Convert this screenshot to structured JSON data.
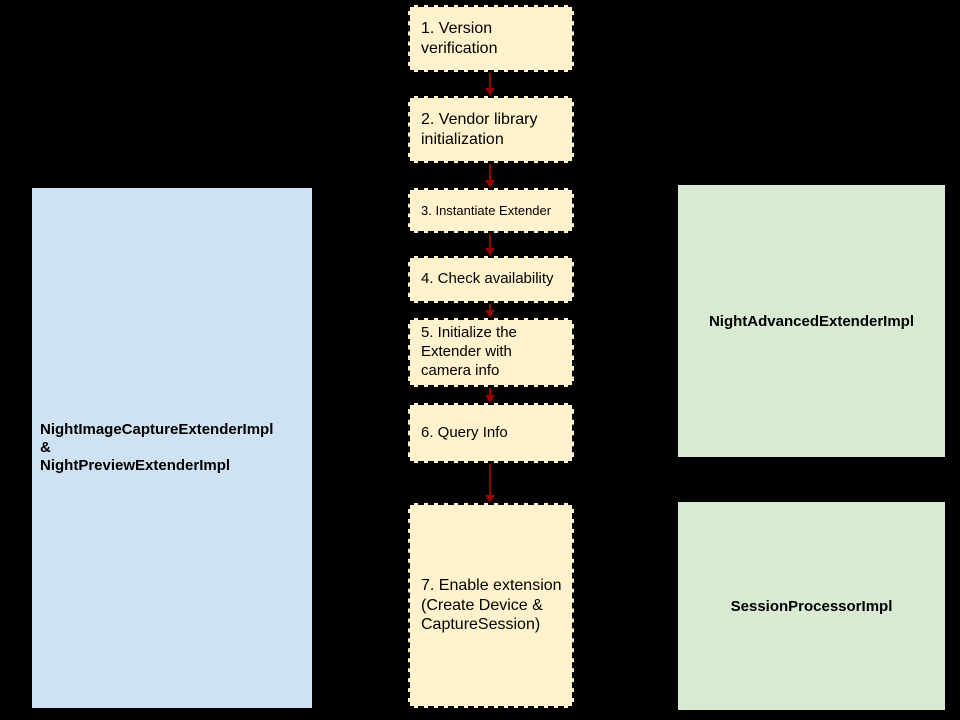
{
  "colors": {
    "background": "#000000",
    "step_fill": "#fff2cc",
    "left_fill": "#cfe2f3",
    "right_fill": "#d9ead3",
    "arrow": "#990000",
    "text": "#000000"
  },
  "left_box": {
    "label": "NightImageCaptureExtenderImpl\n&\nNightPreviewExtenderImpl"
  },
  "steps": [
    {
      "label": "1. Version verification"
    },
    {
      "label": "2. Vendor library initialization"
    },
    {
      "label": "3. Instantiate Extender"
    },
    {
      "label": "4. Check availability"
    },
    {
      "label": "5. Initialize the Extender with camera info"
    },
    {
      "label": "6. Query Info"
    },
    {
      "label": "7. Enable extension\n(Create Device & CaptureSession)"
    }
  ],
  "right_boxes": [
    {
      "label": "NightAdvancedExtenderImpl"
    },
    {
      "label": "SessionProcessorImpl"
    }
  ]
}
